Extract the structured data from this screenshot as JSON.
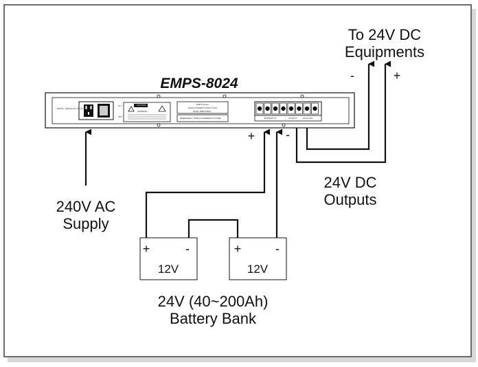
{
  "model": "EMPS-8024",
  "dc_equipment_label": [
    "To 24V DC",
    "Equipments"
  ],
  "dc_equipment_minus": "-",
  "dc_equipment_plus": "+",
  "ac_supply_label": [
    "240V AC",
    "Supply"
  ],
  "dc_outputs_label": [
    "24V DC",
    "Outputs"
  ],
  "battery_input_plus": "+",
  "battery_input_minus": "-",
  "battery_1": {
    "plus": "+",
    "minus": "-",
    "voltage": "12V"
  },
  "battery_2": {
    "plus": "+",
    "minus": "-",
    "voltage": "12V"
  },
  "battery_bank_label": [
    "24V (40~200Ah)",
    "Battery Bank"
  ],
  "panel_text": {
    "mains": "MAINS : 240VAC 50 / 60 Hz",
    "caution": "CAUTION",
    "warning": "WARNING",
    "product": "EMPS Series",
    "product_desc": "24VDC POWER SUPPLY UNIT",
    "product_model": "Model: EMPS-8024",
    "system_name": "EMERGENCY PUBLIC ADDRESS SYSTEM",
    "terminal_battery": "BATTERY IN",
    "terminal_output": "OUTPUT",
    "terminal_relay": "FAULT NO",
    "switch_on": "ON",
    "switch_off": "OFF"
  },
  "colors": {
    "line": "#111111",
    "frame": "#6a6a6a",
    "shadow": "#d8d8d8",
    "panel": "#ffffff"
  }
}
